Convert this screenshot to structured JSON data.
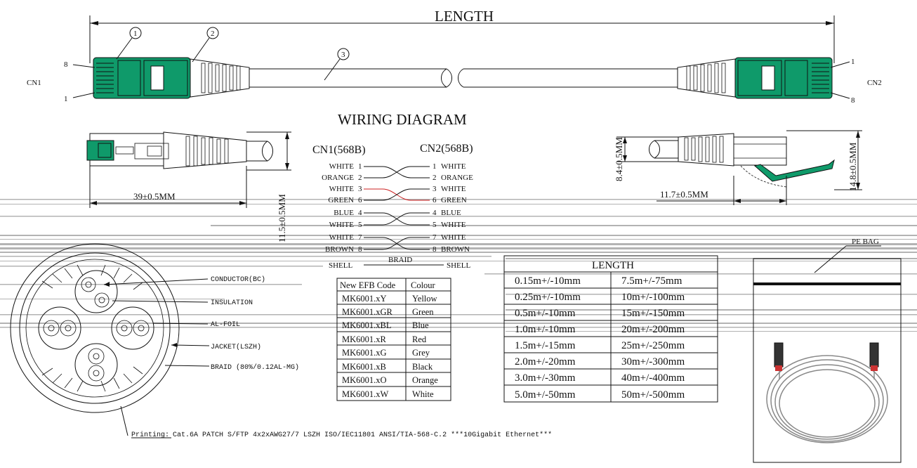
{
  "colors": {
    "connector_green": "#0f9a6a",
    "line": "#111111",
    "scan_stripe": "#9a9a9a",
    "wire_red": "#cc2222"
  },
  "top_view": {
    "length_label": "LENGTH",
    "left_end_label": "CN1",
    "right_end_label": "CN2",
    "callouts": [
      "1",
      "2",
      "3"
    ],
    "pin_labels_left": [
      "8",
      "1"
    ],
    "pin_labels_right": [
      "1",
      "8"
    ]
  },
  "wiring": {
    "title": "WIRING DIAGRAM",
    "left_header": "CN1(568B)",
    "right_header": "CN2(568B)",
    "rows": [
      {
        "left": "WHITE",
        "pin_l": "1",
        "pin_r": "1",
        "right": "WHITE"
      },
      {
        "left": "ORANGE",
        "pin_l": "2",
        "pin_r": "2",
        "right": "ORANGE"
      },
      {
        "left": "WHITE",
        "pin_l": "3",
        "pin_r": "3",
        "right": "WHITE"
      },
      {
        "left": "GREEN",
        "pin_l": "6",
        "pin_r": "6",
        "right": "GREEN"
      },
      {
        "left": "BLUE",
        "pin_l": "4",
        "pin_r": "4",
        "right": "BLUE"
      },
      {
        "left": "WHITE",
        "pin_l": "5",
        "pin_r": "5",
        "right": "WHITE"
      },
      {
        "left": "WHITE",
        "pin_l": "7",
        "pin_r": "7",
        "right": "WHITE"
      },
      {
        "left": "BROWN",
        "pin_l": "8",
        "pin_r": "8",
        "right": "BROWN"
      }
    ],
    "shell_left": "SHELL",
    "shell_right": "SHELL",
    "braid_label": "BRAID"
  },
  "dimensions": {
    "plug_length": "39±0.5MM",
    "plug_height": "11.5±0.5MM",
    "latch_length": "11.7±0.5MM",
    "side_height": "8.4±0.5MM",
    "side_total_height": "14.8±0.5MM"
  },
  "cross_section": {
    "labels": [
      "CONDUCTOR(BC)",
      "INSULATION",
      "AL-FOIL",
      "JACKET(LSZH)",
      "BRAID (80%/0.12AL-MG)"
    ]
  },
  "color_table": {
    "headers": [
      "New EFB Code",
      "Colour"
    ],
    "rows": [
      [
        "MK6001.xY",
        "Yellow"
      ],
      [
        "MK6001.xGR",
        "Green"
      ],
      [
        "MK6001.xBL",
        "Blue"
      ],
      [
        "MK6001.xR",
        "Red"
      ],
      [
        "MK6001.xG",
        "Grey"
      ],
      [
        "MK6001.xB",
        "Black"
      ],
      [
        "MK6001.xO",
        "Orange"
      ],
      [
        "MK6001.xW",
        "White"
      ]
    ]
  },
  "length_table": {
    "title": "LENGTH",
    "rows": [
      [
        "0.15m+/-10mm",
        "7.5m+/-75mm"
      ],
      [
        "0.25m+/-10mm",
        "10m+/-100mm"
      ],
      [
        "0.5m+/-10mm",
        "15m+/-150mm"
      ],
      [
        "1.0m+/-10mm",
        "20m+/-200mm"
      ],
      [
        "1.5m+/-15mm",
        "25m+/-250mm"
      ],
      [
        "2.0m+/-20mm",
        "30m+/-300mm"
      ],
      [
        "3.0m+/-30mm",
        "40m+/-400mm"
      ],
      [
        "5.0m+/-50mm",
        "50m+/-500mm"
      ]
    ]
  },
  "bag": {
    "label": "PE BAG"
  },
  "printing": {
    "label": "Printing:",
    "text": "Cat.6A PATCH S/FTP 4x2xAWG27/7 LSZH ISO/IEC11801 ANSI/TIA-568-C.2 ***10Gigabit Ethernet***"
  }
}
